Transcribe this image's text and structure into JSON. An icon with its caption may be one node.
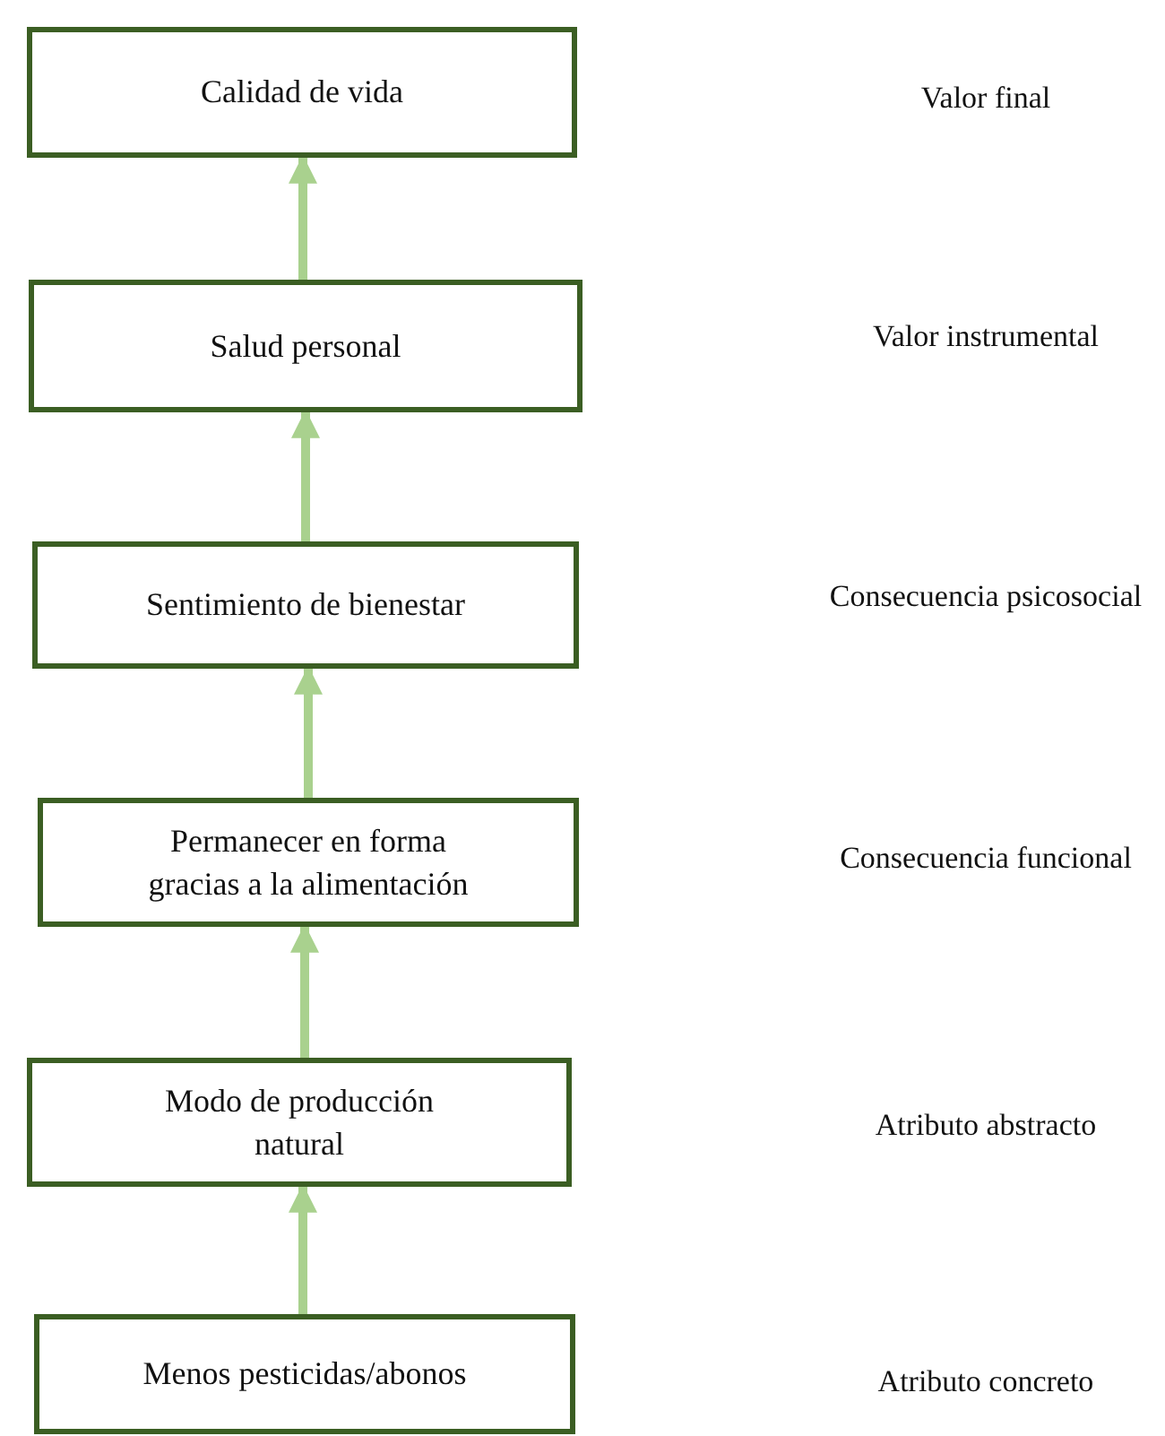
{
  "diagram": {
    "nodes": [
      {
        "text": [
          "Calidad de vida"
        ]
      },
      {
        "text": [
          "Salud personal"
        ]
      },
      {
        "text": [
          "Sentimiento de bienestar"
        ]
      },
      {
        "text": [
          "Permanecer en forma gracias a la alimentación"
        ]
      },
      {
        "text": [
          "Modo de producción natural"
        ]
      },
      {
        "text": [
          "Menos pesticidas/abonos"
        ]
      }
    ],
    "edges": [
      {
        "from": 1,
        "to": 0,
        "arrow": "to"
      },
      {
        "from": 2,
        "to": 1,
        "arrow": "to"
      },
      {
        "from": 3,
        "to": 2,
        "arrow": "to"
      },
      {
        "from": 4,
        "to": 3,
        "arrow": "to"
      },
      {
        "from": 5,
        "to": 4,
        "arrow": "to"
      }
    ],
    "labels": [
      "Valor final",
      "Valor instrumental",
      "Consecuencia psicosocial",
      "Consecuencia funcional",
      "Atributo abstracto",
      "Atributo concreto"
    ]
  }
}
